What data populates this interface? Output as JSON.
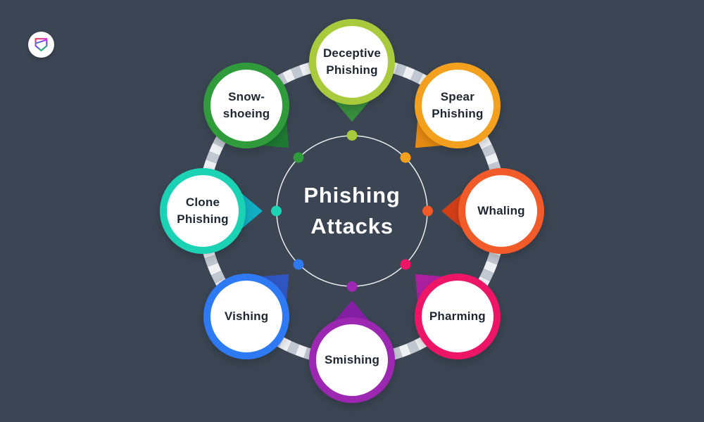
{
  "title": {
    "line1": "Phishing",
    "line2": "Attacks"
  },
  "brand": {
    "icon": "shield-gradient-logo"
  },
  "colors": {
    "background": "#3b4553",
    "band_light": "#eef0f4",
    "band_gray": "#c2c8d2",
    "center_ring": "#ffffff",
    "title_text": "#ffffff",
    "label_text": "#1e2731",
    "node_fill": "#ffffff",
    "logo_bg": "#ffffff",
    "logo_gradient": [
      "#f23a4c",
      "#c238e8",
      "#6b46f2",
      "#19b469"
    ]
  },
  "nodes": [
    {
      "label": "Deceptive Phishing",
      "position": "top",
      "ring": "#a8ca3c",
      "pointer": "#388e3c"
    },
    {
      "label": "Spear Phishing",
      "position": "top-right",
      "ring": "#f4a01f",
      "pointer": "#e78a12"
    },
    {
      "label": "Whaling",
      "position": "right",
      "ring": "#f15a29",
      "pointer": "#d23f17"
    },
    {
      "label": "Pharming",
      "position": "bottom-right",
      "ring": "#ed1566",
      "pointer": "#ac1f9f"
    },
    {
      "label": "Smishing",
      "position": "bottom",
      "ring": "#9c27b0",
      "pointer": "#851fa5"
    },
    {
      "label": "Vishing",
      "position": "bottom-left",
      "ring": "#2e7af5",
      "pointer": "#3156c2"
    },
    {
      "label": "Clone Phishing",
      "position": "left",
      "ring": "#1cd2b5",
      "pointer": "#12aec4"
    },
    {
      "label": "Snow-\nshoeing",
      "position": "top-left",
      "ring": "#2f9b3b",
      "pointer": "#1e7a33"
    }
  ]
}
